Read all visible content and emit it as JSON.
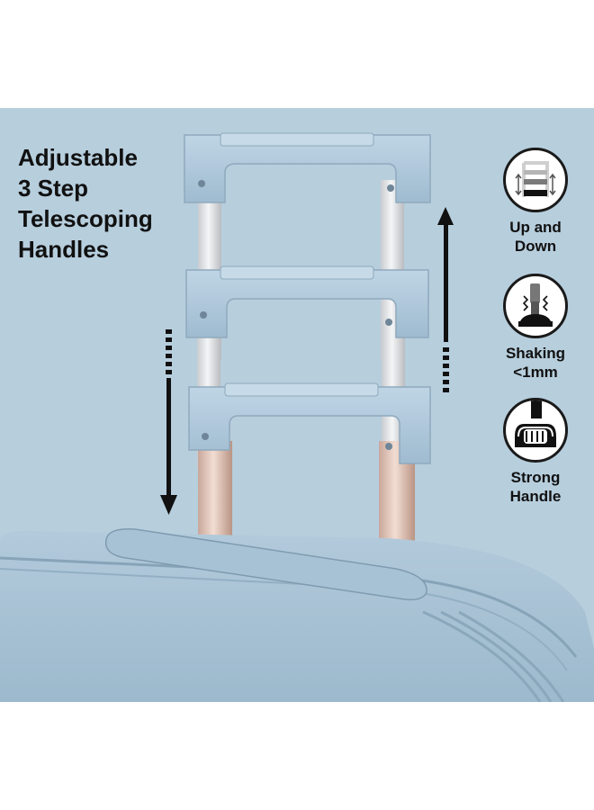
{
  "headline": {
    "lines": [
      "Adjustable",
      "3 Step",
      "Telescoping",
      "Handles"
    ]
  },
  "features": [
    {
      "icon": "up-down-icon",
      "lines": [
        "Up and",
        "Down"
      ]
    },
    {
      "icon": "shaking-icon",
      "lines": [
        "Shaking",
        "<1mm"
      ]
    },
    {
      "icon": "strong-handle-icon",
      "lines": [
        "Strong",
        "Handle"
      ]
    }
  ],
  "colors": {
    "background": "#b7cedd",
    "luggage": "#a9c3d6",
    "text": "#111111",
    "arrow": "#111111"
  }
}
